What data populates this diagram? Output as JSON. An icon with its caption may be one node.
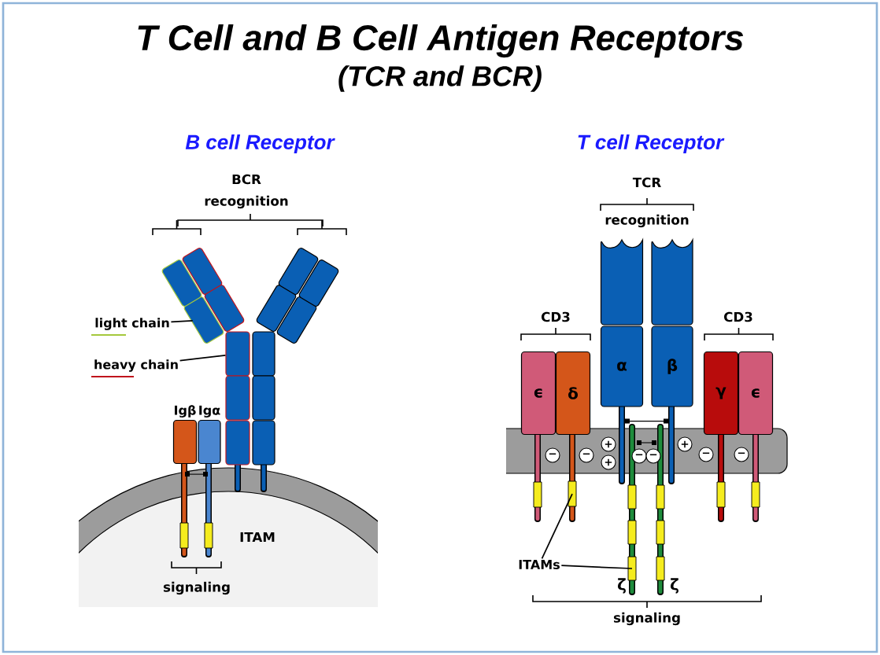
{
  "diagram": {
    "title": "T Cell and B Cell Antigen Receptors",
    "nodes": [
      {
        "text": [
          "light chain"
        ]
      },
      {
        "text": [],
        "shape": "box"
      },
      {
        "text": [
          "heavy chain"
        ]
      },
      {
        "text": [],
        "shape": "box"
      },
      {
        "text": [
          "Igβ"
        ]
      },
      {
        "text": [
          "Igα"
        ]
      },
      {
        "text": [
          "ϵ"
        ]
      },
      {
        "text": [
          "δ"
        ]
      },
      {
        "text": [
          "α"
        ]
      },
      {
        "text": [
          "β"
        ]
      },
      {
        "text": [
          "γ"
        ]
      },
      {
        "text": [
          "ϵ"
        ]
      },
      {
        "text": [
          "ITAMs"
        ]
      },
      {
        "text": [],
        "shape": "box"
      },
      {
        "text": [],
        "shape": "box"
      },
      {
        "text": [],
        "shape": "box"
      },
      {
        "text": [],
        "shape": "box"
      },
      {
        "text": [],
        "shape": "box"
      },
      {
        "text": [],
        "shape": "box"
      },
      {
        "text": [],
        "shape": "box"
      },
      {
        "text": [],
        "shape": "box"
      },
      {
        "text": [],
        "shape": "box"
      },
      {
        "text": [],
        "shape": "box"
      },
      {
        "text": [],
        "shape": "box"
      },
      {
        "text": [],
        "shape": "box"
      },
      {
        "text": [],
        "shape": "box"
      },
      {
        "text": [],
        "shape": "box"
      },
      {
        "text": [],
        "shape": "box"
      },
      {
        "text": [],
        "shape": "box"
      }
    ],
    "edges": [
      {
        "from": 0,
        "to": 1,
        "arrow": "none"
      },
      {
        "from": 2,
        "to": 3,
        "arrow": "none"
      },
      {
        "from": 12,
        "to": 13,
        "arrow": "none"
      },
      {
        "from": 12,
        "to": 14,
        "arrow": "none"
      },
      {
        "from": 4,
        "to": 5,
        "arrow": "other"
      },
      {
        "from": 8,
        "to": 9,
        "arrow": "other"
      }
    ],
    "labels": [
      "(TCR and BCR)",
      "B cell Receptor",
      "T cell Receptor",
      "BCR",
      "recognition",
      "TCR",
      "recognition",
      "CD3",
      "CD3",
      "+",
      "+",
      "−",
      "−",
      "−",
      "−",
      "−",
      "−",
      "+",
      "ITAM",
      "signaling",
      "ζ",
      "ζ",
      "signaling"
    ]
  }
}
